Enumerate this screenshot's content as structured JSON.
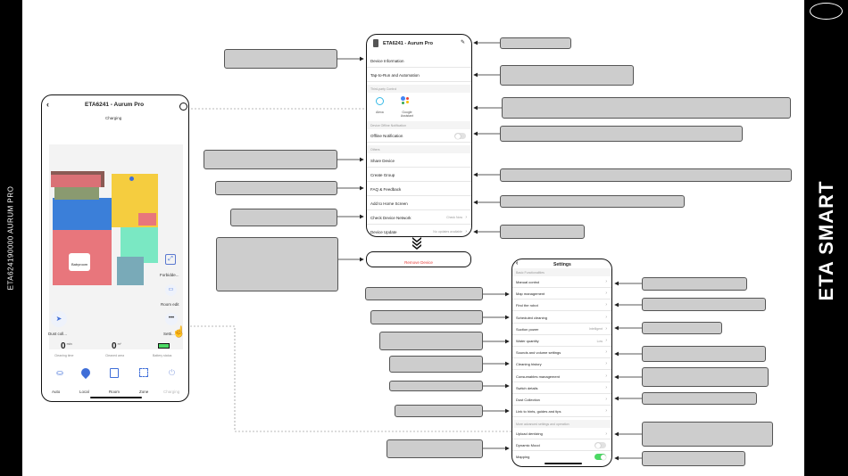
{
  "side_left_text": "ETA624190000 AURUM PRO",
  "side_right_text": "ETA SMART",
  "main_phone": {
    "title": "ETA6241 - Aurum Pro",
    "status": "Charging",
    "room_label": "Babyroom",
    "forbidden_label": "Forbidde...",
    "room_edit_label": "Room edit",
    "dust_label": "Dust coll...",
    "settings_label": "Setti...",
    "cleaning_time_value": "0",
    "cleaning_time_unit": "min",
    "cleaning_time_label": "Cleaning time",
    "cleaned_area_value": "0",
    "cleaned_area_unit": "m²",
    "cleaned_area_label": "Cleaned area",
    "battery_label": "Battery status",
    "modes": [
      {
        "label": "Auto",
        "active": true
      },
      {
        "label": "Local",
        "active": false
      },
      {
        "label": "Room",
        "active": false
      },
      {
        "label": "Zone",
        "active": false
      },
      {
        "label": "Charging",
        "active": false
      }
    ]
  },
  "device_phone": {
    "title": "ETA6241 - Aurum Pro",
    "device_information": "Device Information",
    "tap_to_run": "Tap-to-Run and Automation",
    "third_party_header": "Third-party Control",
    "alexa_label": "Alexa",
    "google_label": "Google Assistant",
    "offline_header": "Device Offline Notification",
    "offline_notification": "Offline Notification",
    "others_header": "Others",
    "share_device": "Share Device",
    "create_group": "Create Group",
    "faq": "FAQ & Feedback",
    "add_home": "Add to Home Screen",
    "check_network": "Check Device Network",
    "check_network_value": "Check Now",
    "device_update": "Device Update",
    "device_update_value": "No updates available",
    "remove_device": "Remove Device"
  },
  "settings_phone": {
    "title": "Settings",
    "basic_header": "Basic Functionalities",
    "items": [
      {
        "label": "Manual control"
      },
      {
        "label": "Map management"
      },
      {
        "label": "Find the robot"
      },
      {
        "label": "Scheduled cleaning"
      },
      {
        "label": "Suction power",
        "value": "Intelligent"
      },
      {
        "label": "Water quantity",
        "value": "Low"
      },
      {
        "label": "Sounds and volume settings"
      },
      {
        "label": "Cleaning history"
      },
      {
        "label": "Consumables management"
      },
      {
        "label": "Switch details"
      },
      {
        "label": "Dust Collection"
      },
      {
        "label": "Link to hints, guides and tips"
      }
    ],
    "advanced_header": "More advanced settings and operation",
    "upload_label": "Upload dentizing",
    "dynamic_label": "Dynamic Mood",
    "dynamic_on": false,
    "mapping_label": "Mapping",
    "mapping_on": true
  },
  "colors": {
    "red_room": "#e8767c",
    "blue_room": "#3b7fd9",
    "yellow_room": "#f5cd3f",
    "green_room": "#7ae8c3",
    "teal_room": "#79aab8",
    "accent_blue": "#3f6ed8",
    "toggle_on": "#4cd964",
    "remove_red": "#e53935",
    "callout_gray": "#cdcdcd"
  }
}
